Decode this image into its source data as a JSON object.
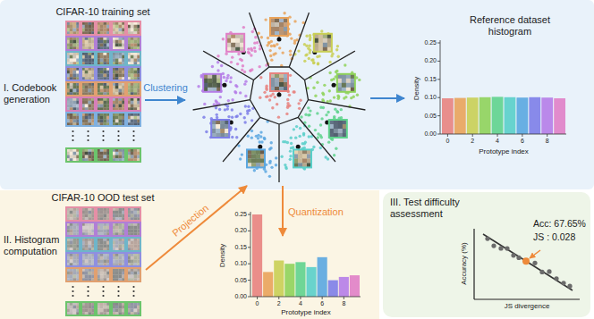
{
  "diagram": {
    "nodes": [
      {
        "text": [
          "I. Codebook generation"
        ]
      },
      {
        "text": [
          "CIFAR-10 training set"
        ],
        "in": 0
      },
      {
        "text": [
          "Reference dataset histogram",
          "Density",
          "0.00",
          "0.05",
          "0.10",
          "0.15",
          "0.20",
          "0.25",
          "Prototype index",
          "0",
          "2",
          "4",
          "6",
          "8"
        ],
        "in": 0
      },
      {
        "text": [
          "II. Histogram computation"
        ]
      },
      {
        "text": [
          "CIFAR-10 OOD test set"
        ],
        "in": 3
      },
      {
        "text": [
          "Density",
          "0.00",
          "0.05",
          "0.10",
          "0.15",
          "0.20",
          "0.25",
          "Prototype index",
          "0",
          "2",
          "4",
          "6",
          "8"
        ],
        "in": 3
      },
      {
        "text": [
          "III. Test difficulty assessment"
        ]
      },
      {
        "text": [
          "Acc: 67.65%",
          "JS : 0.028",
          "Accuracy (%)",
          "JS divergence"
        ],
        "in": 6
      }
    ],
    "labels": [
      "Clustering",
      "Projection",
      "Quantization"
    ]
  }
}
